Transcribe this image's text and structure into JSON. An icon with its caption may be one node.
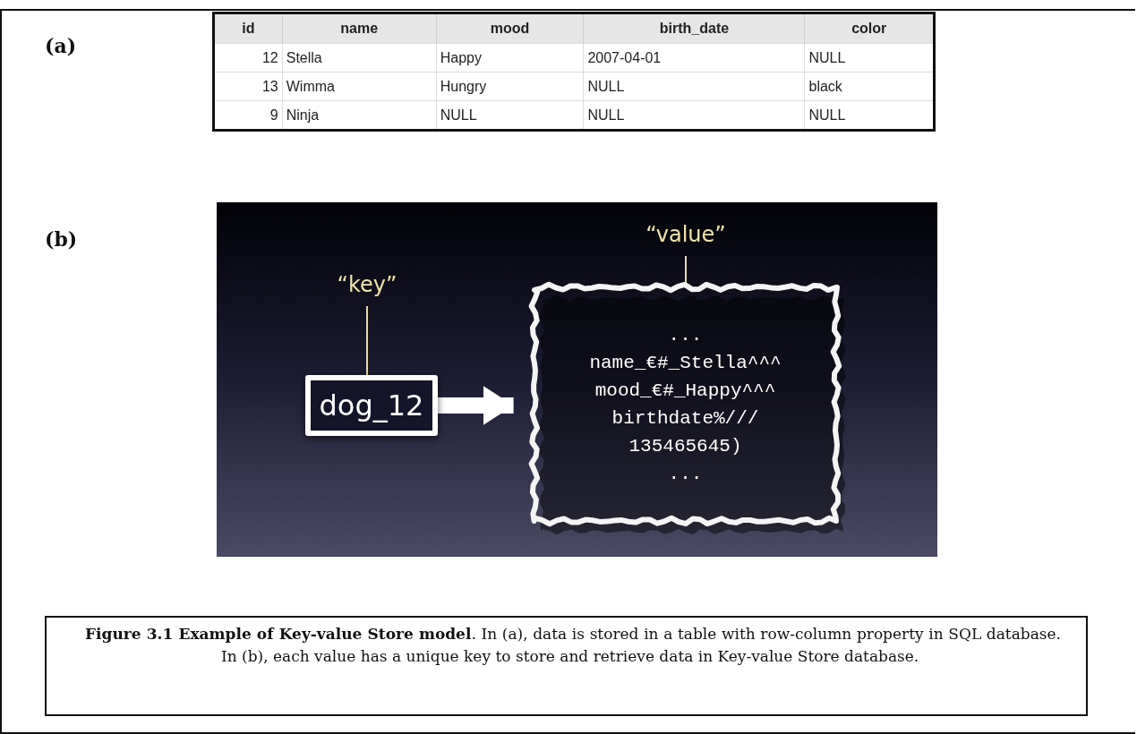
{
  "diagram": {
    "caption": "**Figure 3.1 Example of Key-value Store model**. In (a), data is stored in a table with row-column property in SQL database. In (b), each value has a unique key to store and retrieve data in Key-value Store database.",
    "nodes": [
      {
        "text": [
          "“key”"
        ]
      },
      {
        "text": [
          "dog_12"
        ]
      },
      {
        "text": [
          "“value”"
        ]
      },
      {
        "text": [
          "...",
          "name_€#_Stella^^^",
          "mood_€#_Happy^^^",
          "birthdate%///",
          "135465645)",
          "..."
        ]
      }
    ],
    "edges": [
      {
        "from": 0,
        "to": 1,
        "arrow": "none",
        "color": "#e8dc9a"
      },
      {
        "from": 2,
        "to": 3,
        "arrow": "none",
        "color": "#e8dc9a"
      },
      {
        "from": 1,
        "to": 3,
        "arrow": "to",
        "style": "thick",
        "color": "#ffffff"
      }
    ],
    "labels": [
      "(a)",
      "(b)",
      "id",
      "name",
      "mood",
      "birth_date",
      "color",
      "12",
      "Stella",
      "Happy",
      "2007-04-01",
      "NULL",
      "13",
      "Wimma",
      "Hungry",
      "NULL",
      "black",
      "9",
      "Ninja",
      "NULL",
      "NULL",
      "NULL"
    ]
  }
}
